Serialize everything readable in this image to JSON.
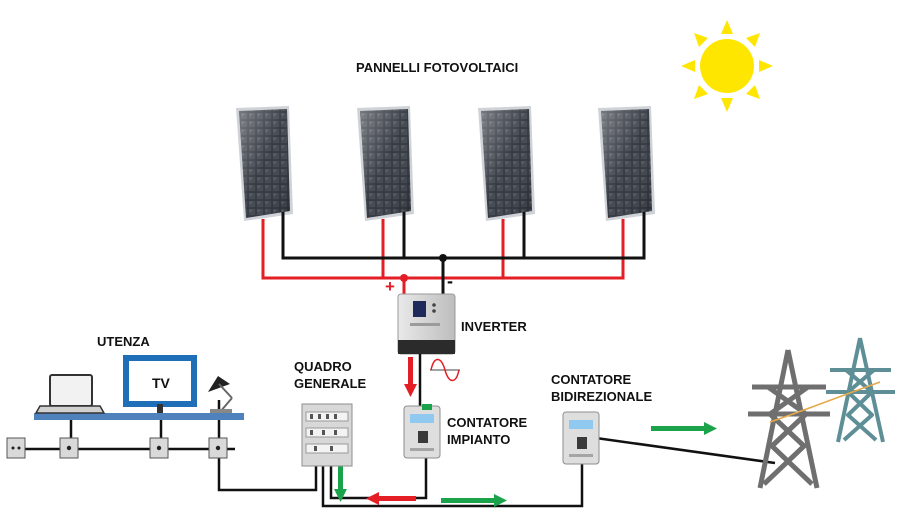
{
  "labels": {
    "panels": "PANNELLI FOTOVOLTAICI",
    "inverter": "INVERTER",
    "utenza": "UTENZA",
    "quadro_line1": "QUADRO",
    "quadro_line2": "GENERALE",
    "contatore_impianto_line1": "CONTATORE",
    "contatore_impianto_line2": "IMPIANTO",
    "contatore_bidirezionale_line1": "CONTATORE",
    "contatore_bidirezionale_line2": "BIDIREZIONALE",
    "tv": "TV",
    "plus": "+",
    "minus": "-"
  },
  "colors": {
    "positive_wire": "#e31e24",
    "negative_wire": "#111111",
    "import_arrow": "#e31e24",
    "export_arrow": "#1aa34a",
    "sun": "#ffe600",
    "panel_cell": "#2b2f36",
    "tower_grey": "#6f6f6f",
    "tower_teal": "#5e8f96"
  }
}
